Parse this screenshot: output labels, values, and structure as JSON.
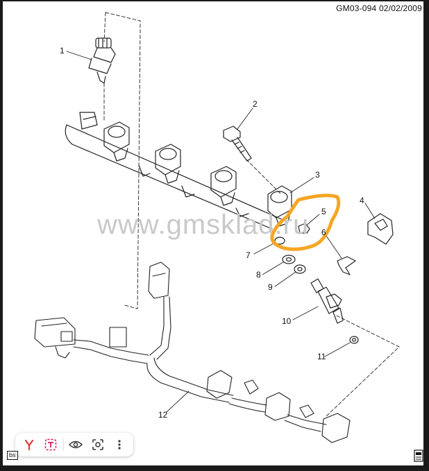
{
  "header": {
    "code": "GM03-094  02/02/2009"
  },
  "watermark": "www.gmsklad.ru",
  "callouts": [
    {
      "id": "c1",
      "label": "1"
    },
    {
      "id": "c2",
      "label": "2"
    },
    {
      "id": "c3",
      "label": "3"
    },
    {
      "id": "c4",
      "label": "4"
    },
    {
      "id": "c5",
      "label": "5"
    },
    {
      "id": "c6",
      "label": "6"
    },
    {
      "id": "c7",
      "label": "7"
    },
    {
      "id": "c8",
      "label": "8"
    },
    {
      "id": "c9",
      "label": "9"
    },
    {
      "id": "c10",
      "label": "10"
    },
    {
      "id": "c11",
      "label": "11"
    },
    {
      "id": "c12",
      "label": "12"
    }
  ],
  "highlight": {
    "color": "#f5a623"
  },
  "toolbar": {
    "items": [
      {
        "name": "yandex-icon",
        "color": "#e53935"
      },
      {
        "name": "translate-icon",
        "color": "#d81b60"
      },
      {
        "name": "eye-icon",
        "color": "#333333"
      },
      {
        "name": "lens-icon",
        "color": "#333333"
      },
      {
        "name": "more-icon",
        "color": "#333333"
      }
    ]
  },
  "badge": {
    "label": "bs"
  }
}
